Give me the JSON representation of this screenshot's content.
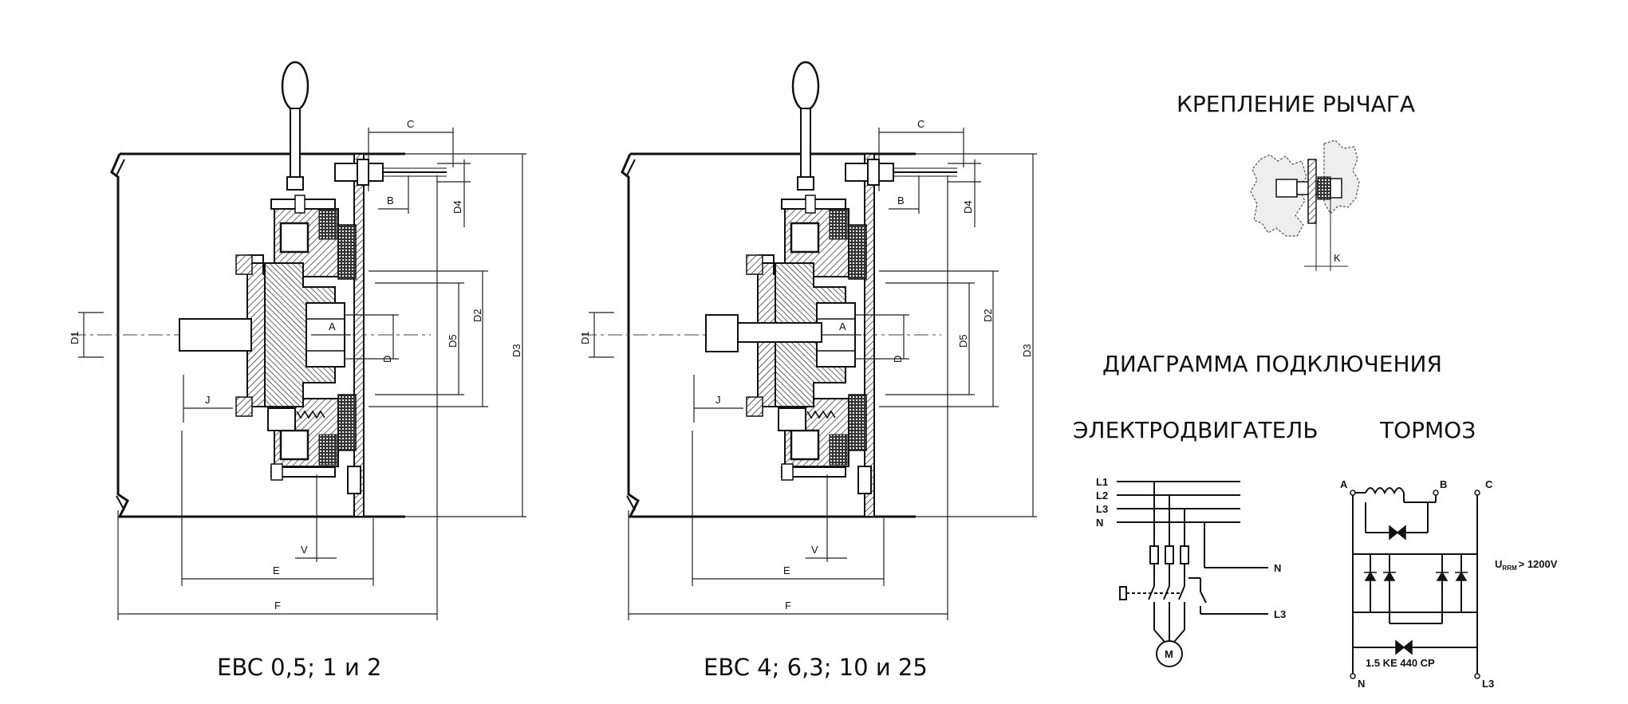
{
  "captions": {
    "left_drawing": "EBC 0,5; 1 и 2",
    "right_drawing": "EBC 4; 6,3; 10 и 25"
  },
  "headings": {
    "lever_mount": "КРЕПЛЕНИЕ РЫЧАГА",
    "wiring_diagram": "ДИАГРАММА ПОДКЛЮЧЕНИЯ",
    "motor": "ЭЛЕКТРОДВИГАТЕЛЬ",
    "brake": "ТОРМОЗ"
  },
  "dimension_labels": {
    "c": "C",
    "b": "B",
    "a": "A",
    "d": "D",
    "d1": "D1",
    "d2": "D2",
    "d3": "D3",
    "d4": "D4",
    "d5": "D5",
    "j": "J",
    "v": "V",
    "e": "E",
    "f": "F",
    "k": "K"
  },
  "motor_circuit": {
    "lines": [
      "L1",
      "L2",
      "L3",
      "N"
    ],
    "outputs": [
      "N",
      "L3"
    ],
    "motor": "M"
  },
  "brake_circuit": {
    "terminals": [
      "A",
      "B",
      "C"
    ],
    "voltage_note": "U",
    "voltage_sub": "RRM",
    "voltage_value": "> 1200V",
    "component_label": "1.5  KE 440 CP",
    "bottom_terminals": [
      "N",
      "L3"
    ]
  }
}
